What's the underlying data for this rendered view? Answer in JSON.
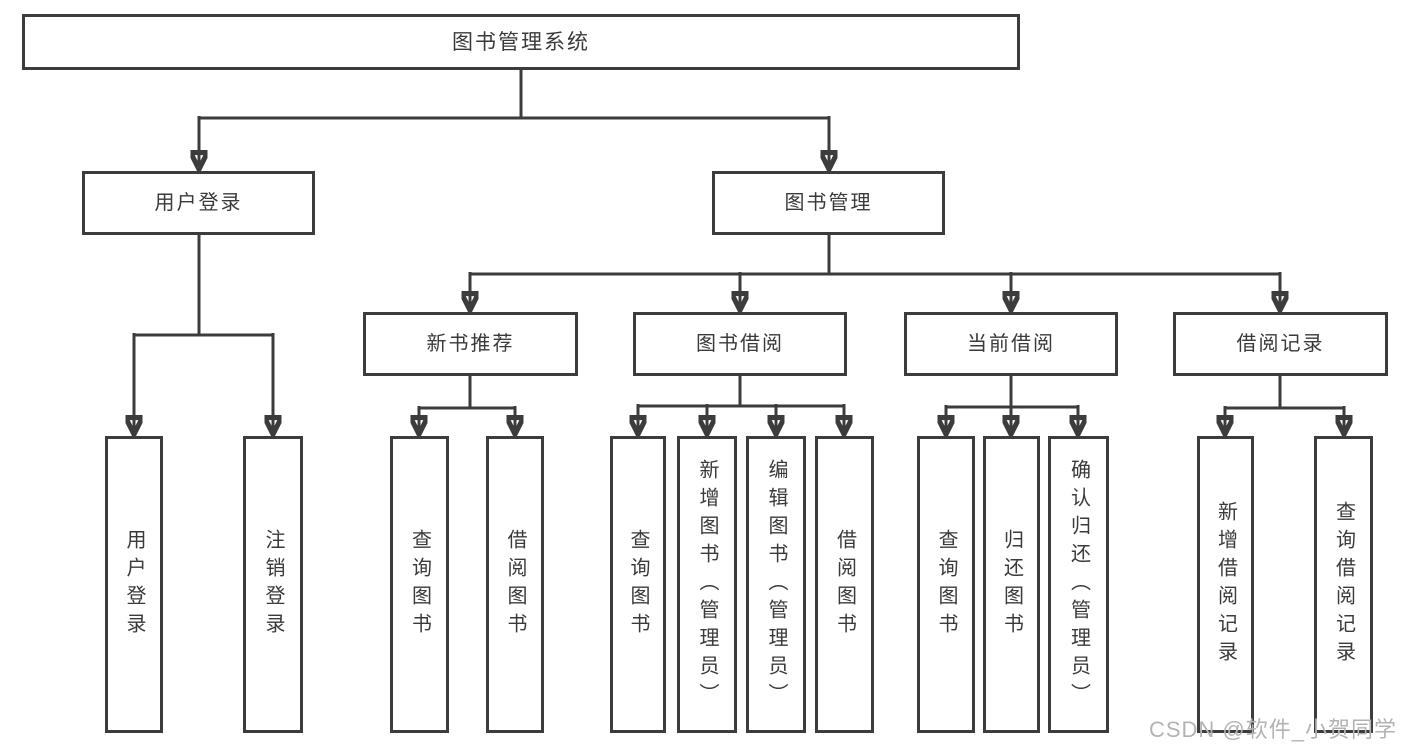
{
  "tree": {
    "root": {
      "label": "图书管理系统"
    },
    "level2": [
      {
        "label": "用户登录",
        "children": [
          {
            "label": "用户登录"
          },
          {
            "label": "注销登录"
          }
        ]
      },
      {
        "label": "图书管理",
        "children": [
          {
            "label": "新书推荐",
            "children": [
              {
                "label": "查询图书"
              },
              {
                "label": "借阅图书"
              }
            ]
          },
          {
            "label": "图书借阅",
            "children": [
              {
                "label": "查询图书"
              },
              {
                "label": "新增图书（管理员）"
              },
              {
                "label": "编辑图书（管理员）"
              },
              {
                "label": "借阅图书"
              }
            ]
          },
          {
            "label": "当前借阅",
            "children": [
              {
                "label": "查询图书"
              },
              {
                "label": "归还图书"
              },
              {
                "label": "确认归还（管理员）"
              }
            ]
          },
          {
            "label": "借阅记录",
            "children": [
              {
                "label": "新增借阅记录"
              },
              {
                "label": "查询借阅记录"
              }
            ]
          }
        ]
      }
    ]
  },
  "watermark": {
    "text": "CSDN @软件_小贺同学"
  },
  "colors": {
    "line": "#3c3c3c",
    "text": "#3a3a3a",
    "background": "#ffffff",
    "watermark": "#b3b3b3"
  }
}
